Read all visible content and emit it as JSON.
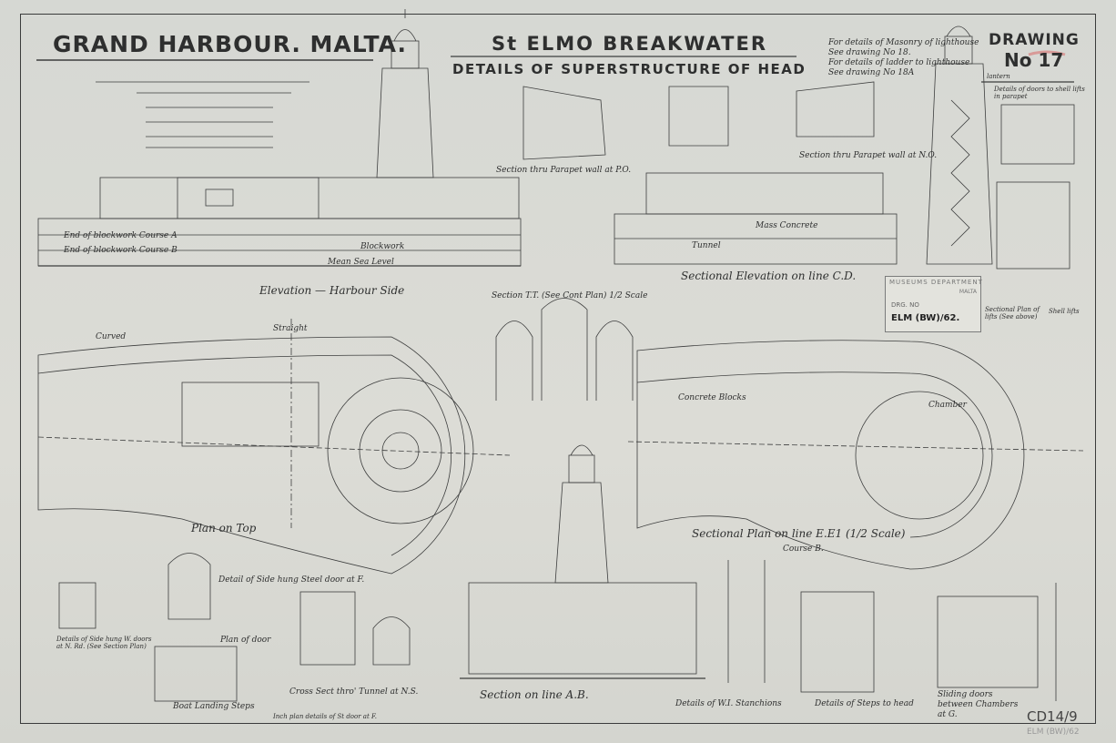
{
  "title": {
    "main": "GRAND HARBOUR. MALTA.",
    "sub": "St ELMO BREAKWATER",
    "sub2": "DETAILS OF SUPERSTRUCTURE OF HEAD",
    "drawing_label": "DRAWING",
    "drawing_number": "No 17"
  },
  "notes": [
    "For details of Masonry of lighthouse",
    "See drawing No 18.",
    "For details of ladder to lighthouse",
    "See drawing No 18A"
  ],
  "captions": {
    "elevation": "Elevation — Harbour Side",
    "sectional_elevation": "Sectional Elevation on line C.D.",
    "plan_top": "Plan on Top",
    "sectional_plan": "Sectional Plan on line E.E1 (1/2 Scale)",
    "course_b": "Course B.",
    "section_ab": "Section on line A.B.",
    "section_tt": "Section T.T. (See Cont Plan) 1/2 Scale",
    "parapet_po": "Section thru Parapet wall at P.O.",
    "parapet_no": "Section thru Parapet wall at N.O.",
    "doors_lifts": "Details of doors to shell lifts in parapet",
    "lifts_plan": "Sectional Plan of lifts (See above)",
    "shell_lifts": "Shell lifts",
    "stanchions": "Details of W.I. Stanchions",
    "steps": "Details of Steps to head",
    "sliding_doors": "Sliding doors between Chambers at G.",
    "cross_sect": "Cross Sect thro' Tunnel at N.S.",
    "boat_steps": "Boat Landing Steps",
    "plan_door": "Plan of door",
    "side_door": "Detail of Side hung Steel door at F.",
    "plan_detail": "Inch plan details of St door at F.",
    "side_doors_note": "Details of Side hung W. doors at N. Rd. (See Section Plan)"
  },
  "labels": {
    "blockwork": "Blockwork",
    "mean_sea_level": "Mean Sea Level",
    "mass_concrete": "Mass Concrete",
    "tunnel": "Tunnel",
    "chamber": "Chamber",
    "concrete_blocks": "Concrete Blocks",
    "lantern": "lantern",
    "course_a": "End of blockwork Course A",
    "course_b_end": "End of blockwork Course B",
    "curved": "Curved",
    "straight": "Straight"
  },
  "stamp": {
    "dept": "MUSEUMS DEPARTMENT",
    "place": "MALTA",
    "drg_label": "DRG. NO",
    "drg_number": "ELM (BW)/62."
  },
  "annotations": {
    "archive_ref": "CD14/9",
    "pencil_ref": "ELM (BW)/62"
  },
  "colors": {
    "paper": "#d9dad5",
    "ink": "#3a3b3b",
    "red_mark": "#d9706f"
  }
}
